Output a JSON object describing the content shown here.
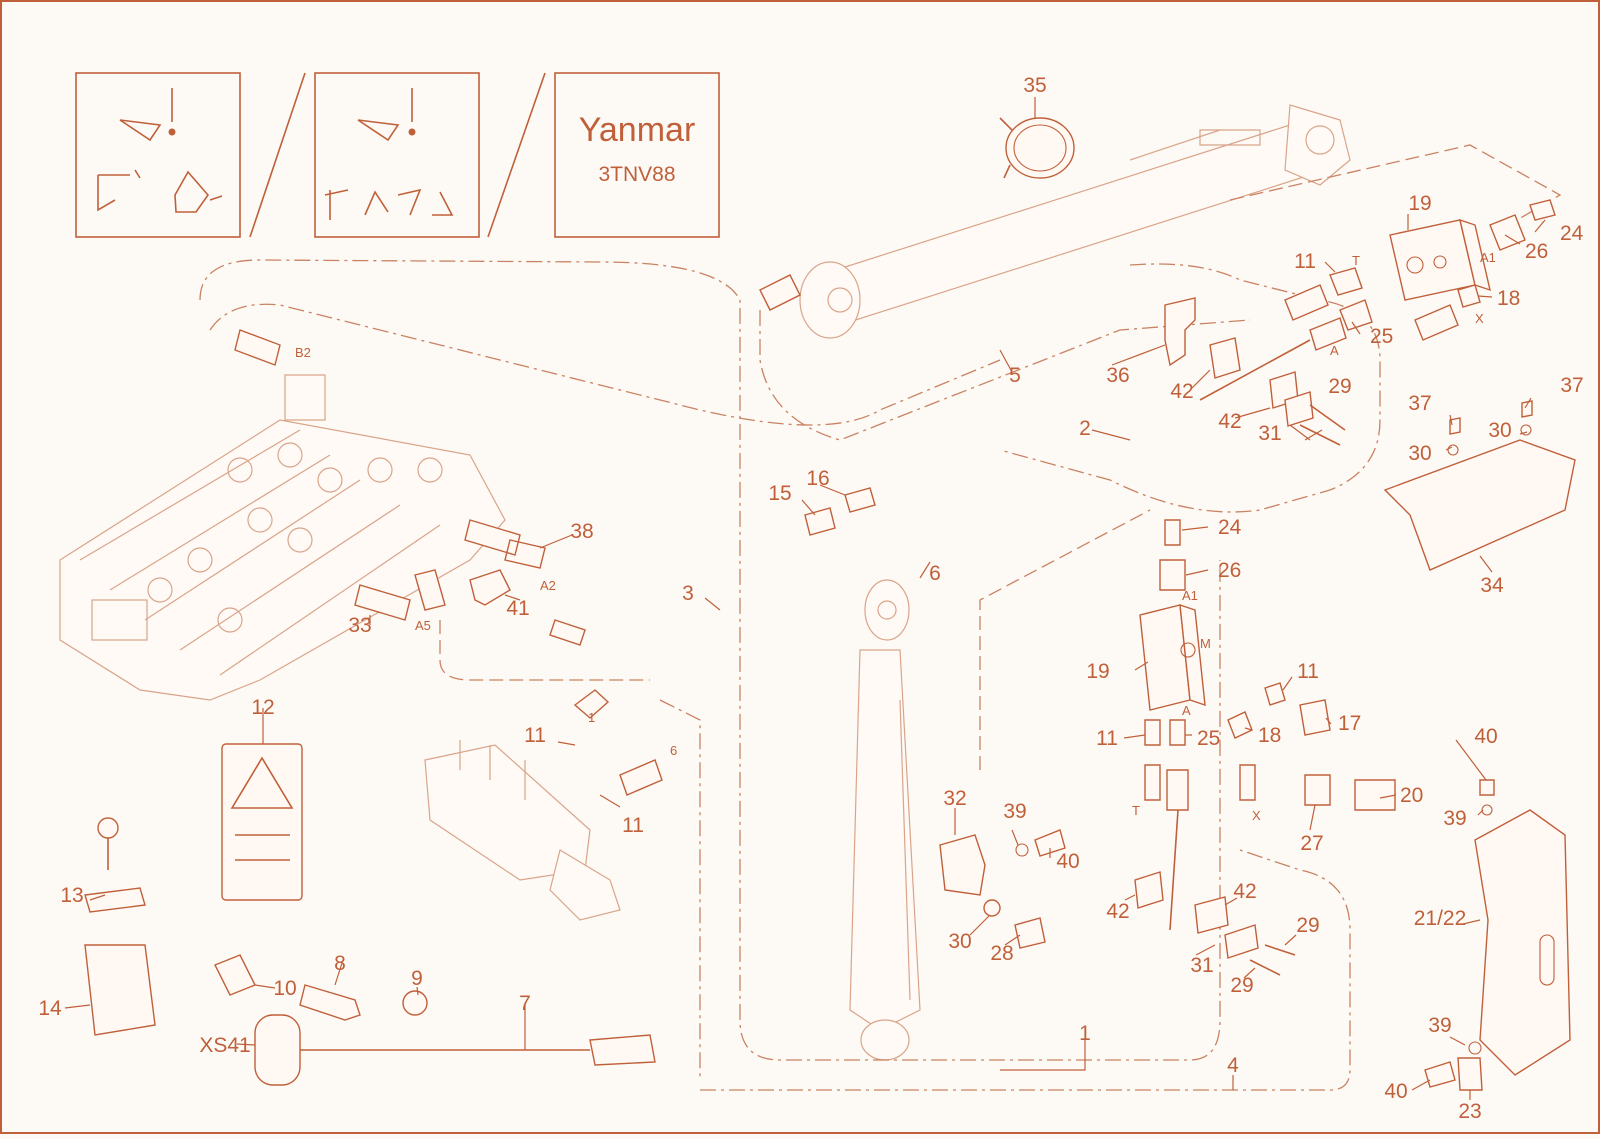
{
  "header": {
    "engine_brand": "Yanmar",
    "engine_model": "3TNV88"
  },
  "callouts": [
    "35",
    "19",
    "24",
    "26",
    "11",
    "18",
    "25",
    "36",
    "42",
    "29",
    "31",
    "42",
    "5",
    "2",
    "37",
    "37",
    "30",
    "30",
    "34",
    "16",
    "15",
    "38",
    "3",
    "6",
    "24",
    "26",
    "19",
    "11",
    "17",
    "20",
    "27",
    "11",
    "25",
    "18",
    "41",
    "33",
    "12",
    "11",
    "11",
    "32",
    "39",
    "40",
    "42",
    "42",
    "29",
    "31",
    "29",
    "30",
    "28",
    "13",
    "14",
    "10",
    "8",
    "9",
    "7",
    "XS41",
    "1",
    "4",
    "21/22",
    "40",
    "39",
    "39",
    "40",
    "23"
  ],
  "port_labels": [
    "B2",
    "A2",
    "A5",
    "T",
    "A1",
    "A",
    "X",
    "A1",
    "M",
    "A",
    "T",
    "X",
    "1",
    "6"
  ],
  "colors": {
    "line": "#c0603a",
    "faint": "#d9a489",
    "background": "#fdfaf6"
  },
  "icons": [
    "bucket-warning-icon",
    "boom-attachment-icon",
    "excavator-warning-icon",
    "switch-icon"
  ]
}
